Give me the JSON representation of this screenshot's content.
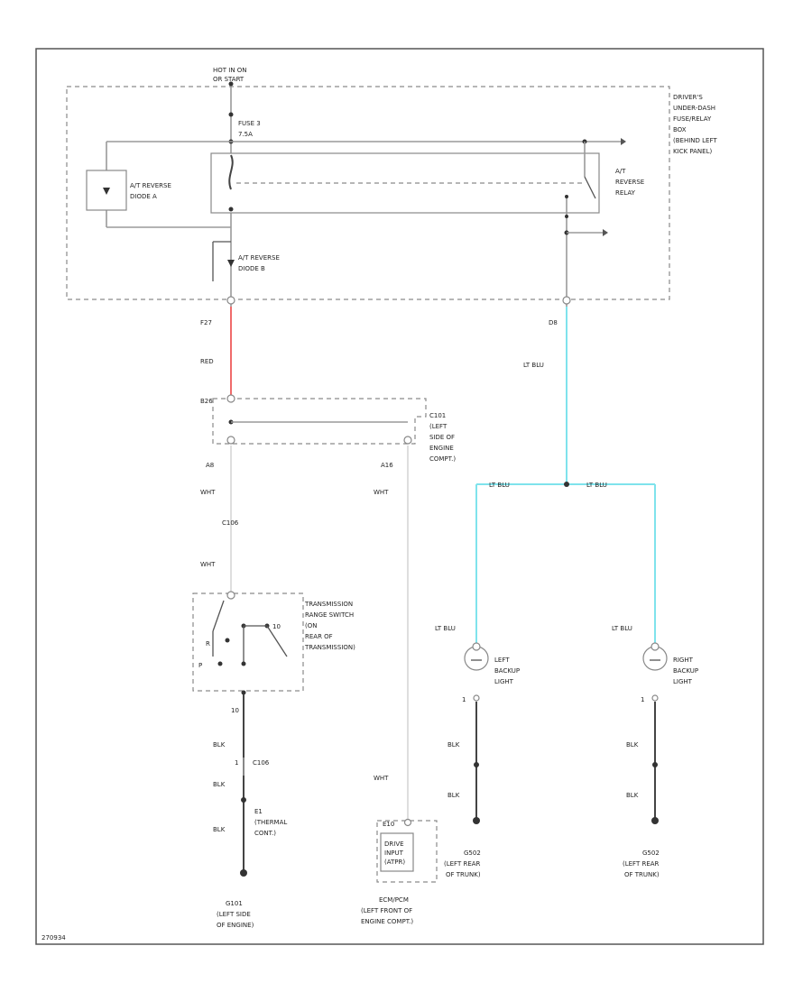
{
  "colors": {
    "red_wire": "#ef6b6b",
    "lt_blu_wire": "#7fe3ec",
    "wire": "#9a9a9a",
    "border": "#555555"
  },
  "labels": {
    "hot_in_run": [
      "HOT IN ON",
      "OR START"
    ],
    "fuse": [
      "FUSE 3",
      "7.5A"
    ],
    "fuse_box": [
      "DRIVER'S",
      "UNDER-DASH",
      "FUSE/RELAY",
      "BOX",
      "(BEHIND LEFT",
      "KICK PANEL)"
    ],
    "diode_a": [
      "A/T REVERSE",
      "DIODE A"
    ],
    "diode_b": [
      "A/T REVERSE",
      "DIODE B"
    ],
    "relay": [
      "A/T",
      "REVERSE",
      "RELAY"
    ],
    "pin_f27": "F27",
    "pin_d8": "D8",
    "red": "RED",
    "lt_blu_main": "LT BLU",
    "lt_blu_left_branch": "LT BLU",
    "lt_blu_right_branch": "LT BLU",
    "lt_blu_left_lamp": "LT BLU",
    "lt_blu_right_lamp": "LT BLU",
    "pin_b26": "B26",
    "connector_c101": [
      "C101",
      "(LEFT",
      "SIDE OF",
      "ENGINE",
      "COMPT.)"
    ],
    "pin_a8": "A8",
    "pin_a16": "A16",
    "wht_1": "WHT",
    "wht_2": "WHT",
    "wht_3": "WHT",
    "wht_4": "WHT",
    "c106_top": "C106",
    "trs": [
      "TRANSMISSION",
      "RANGE SWITCH",
      "(ON",
      "REAR OF",
      "TRANSMISSION)"
    ],
    "trs_r": "R",
    "trs_p": "P",
    "trs_sw": "10",
    "pin_10": "10",
    "blk_1": "BLK",
    "blk_2": "BLK",
    "blk_3": "BLK",
    "pin_1": "1",
    "c106_bot": "C106",
    "e1": [
      "E1",
      "(THERMAL",
      "CONT.)"
    ],
    "g101": [
      "G101",
      "(LEFT SIDE",
      "OF ENGINE)"
    ],
    "ecm_pin": "E10",
    "ecm_box": [
      "DRIVE",
      "INPUT",
      "(ATPR)"
    ],
    "ecm": [
      "ECM/PCM",
      "(LEFT FRONT OF",
      "ENGINE COMPT.)"
    ],
    "left_lamp": [
      "LEFT",
      "BACKUP",
      "LIGHT"
    ],
    "right_lamp": [
      "RIGHT",
      "BACKUP",
      "LIGHT"
    ],
    "pin_l1": "1",
    "pin_r1": "1",
    "blk_l1": "BLK",
    "blk_l2": "BLK",
    "blk_r1": "BLK",
    "blk_r2": "BLK",
    "g502_l": [
      "G502",
      "(LEFT REAR",
      "OF TRUNK)"
    ],
    "g502_r": [
      "G502",
      "(LEFT REAR",
      "OF TRUNK)"
    ],
    "footer": "270934"
  }
}
